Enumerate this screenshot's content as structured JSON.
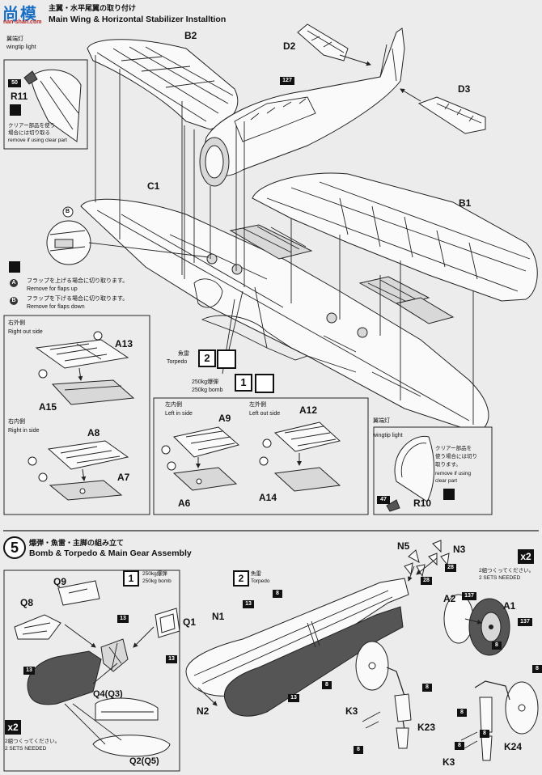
{
  "watermark": {
    "text": "尚模",
    "sub": "nan-shan.com"
  },
  "step4": {
    "title_jp": "主翼・水平尾翼の取り付け",
    "title_en": "Main Wing & Horizontal Stabilizer Installtion"
  },
  "wingtip_left": {
    "label_jp": "翼端灯",
    "label_en": "wingtip light",
    "num": "50",
    "part": "R11",
    "note_jp_1": "クリアー部品を使う",
    "note_jp_2": "場合には切り取る",
    "note_en": "remove if using clear part"
  },
  "parts": {
    "B2": "B2",
    "D2": "D2",
    "D3": "D3",
    "C1": "C1",
    "B1": "B1",
    "A13": "A13",
    "A15": "A15",
    "A8": "A8",
    "A7": "A7",
    "A9": "A9",
    "A6": "A6",
    "A12": "A12",
    "A14": "A14",
    "R10": "R10",
    "N5": "N5",
    "N3": "N3",
    "Q9": "Q9",
    "Q8": "Q8",
    "Q1": "Q1",
    "N1": "N1",
    "N2": "N2",
    "Q4": "Q4(Q3)",
    "Q2": "Q2(Q5)",
    "A2": "A2",
    "A1": "A1",
    "K3a": "K3",
    "K23": "K23",
    "K3b": "K3",
    "K24": "K24"
  },
  "color_codes": {
    "c127": "127",
    "c13": "13",
    "c8": "8",
    "c28": "28",
    "c137": "137",
    "c47": "47",
    "c50": "50"
  },
  "flaps": {
    "a_label": "A",
    "b_label": "B",
    "a_jp": "フラップを上げる場合に切り取ります。",
    "a_en": "Remove for flaps up",
    "b_jp": "フラップを下げる場合に切り取ります。",
    "b_en": "Remove for flaps down"
  },
  "right_out": {
    "jp": "右外側",
    "en": "Right out side"
  },
  "right_in": {
    "jp": "右内側",
    "en": "Right in side"
  },
  "left_in": {
    "jp": "左内側",
    "en": "Left in side"
  },
  "left_out": {
    "jp": "左外側",
    "en": "Left out side"
  },
  "torpedo_opt": {
    "num": "2",
    "jp": "魚雷",
    "en": "Torpedo"
  },
  "bomb_opt": {
    "num": "1",
    "jp": "250kg爆弾",
    "en": "250kg bomb"
  },
  "wingtip_right": {
    "label_jp": "翼端灯",
    "label_en": "wingtip light",
    "num": "47",
    "part": "R10",
    "note_jp_1": "クリアー部品を",
    "note_jp_2": "使う場合には切り",
    "note_jp_3": "取ります。",
    "note_en_1": "remove if using",
    "note_en_2": "clear part"
  },
  "step5": {
    "num": "5",
    "title_jp": "爆弾・魚雷・主脚の組み立て",
    "title_en": "Bomb & Torpedo & Main Gear Assembly",
    "bomb_num": "1",
    "bomb_jp": "250kg爆弾",
    "bomb_en": "250kg bomb",
    "torp_num": "2",
    "torp_jp": "魚雷",
    "torp_en": "Torpedo"
  },
  "x2_left": {
    "text": "x2",
    "jp": "2組つくってください。",
    "en": "2 SETS NEEDED"
  },
  "x2_right": {
    "text": "x2",
    "jp": "2組つくってください。",
    "en": "2 SETS NEEDED"
  }
}
